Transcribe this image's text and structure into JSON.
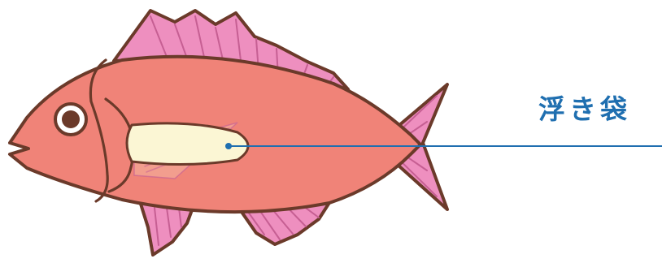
{
  "label": {
    "text": "浮き袋"
  },
  "colors": {
    "outline": "#6b3a2a",
    "body": "#f08378",
    "fin": "#ee8fbf",
    "fin_stripe": "#c65f93",
    "bladder": "#fbf6d4",
    "eye_ring": "#ffffff",
    "eye": "#6b3a2a",
    "pointer": "#1f6fb0",
    "label": "#1f6fb0"
  },
  "icons": {
    "fish": "fish-illustration",
    "bladder": "swim-bladder",
    "pointer": "leader-line"
  }
}
